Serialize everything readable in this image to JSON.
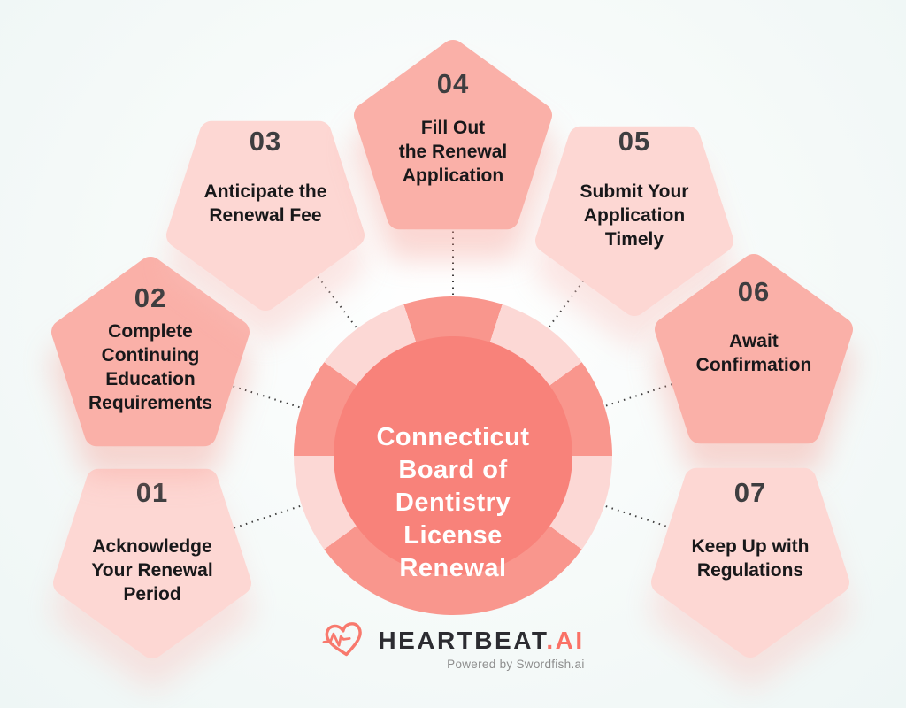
{
  "center": {
    "title": "Connecticut Board of Dentistry License Renewal",
    "lines": [
      "Connecticut",
      "Board of",
      "Dentistry",
      "License",
      "Renewal"
    ]
  },
  "steps": [
    {
      "number": "01",
      "title": "Acknowledge Your Renewal Period",
      "lines": [
        "Acknowledge",
        "Your Renewal",
        "Period"
      ]
    },
    {
      "number": "02",
      "title": "Complete Continuing Education Requirements",
      "lines": [
        "Complete",
        "Continuing",
        "Education",
        "Requirements"
      ]
    },
    {
      "number": "03",
      "title": "Anticipate the Renewal Fee",
      "lines": [
        "Anticipate the",
        "Renewal Fee"
      ]
    },
    {
      "number": "04",
      "title": "Fill Out the Renewal Application",
      "lines": [
        "Fill Out",
        "the Renewal",
        "Application"
      ]
    },
    {
      "number": "05",
      "title": "Submit Your Application Timely",
      "lines": [
        "Submit Your",
        "Application",
        "Timely"
      ]
    },
    {
      "number": "06",
      "title": "Await Confirmation",
      "lines": [
        "Await",
        "Confirmation"
      ]
    },
    {
      "number": "07",
      "title": "Keep Up with Regulations",
      "lines": [
        "Keep Up with",
        "Regulations"
      ]
    }
  ],
  "footer": {
    "brand": "HEARTBEAT",
    "brand_suffix": ".AI",
    "tagline": "Powered by Swordfish.ai"
  },
  "colors": {
    "hub_inner": "#f8827a",
    "ring_salmon": "#f9968d",
    "ring_light": "#fcd8d5",
    "pentagon_dark": "#fab0a8",
    "pentagon_light": "#fdd7d3",
    "number_text": "#3e3e40",
    "title_text": "#18181a",
    "center_text": "#ffffff",
    "brand_dark": "#2c2c31",
    "brand_coral": "#fa7166",
    "tagline_gray": "#8e8e8e"
  }
}
